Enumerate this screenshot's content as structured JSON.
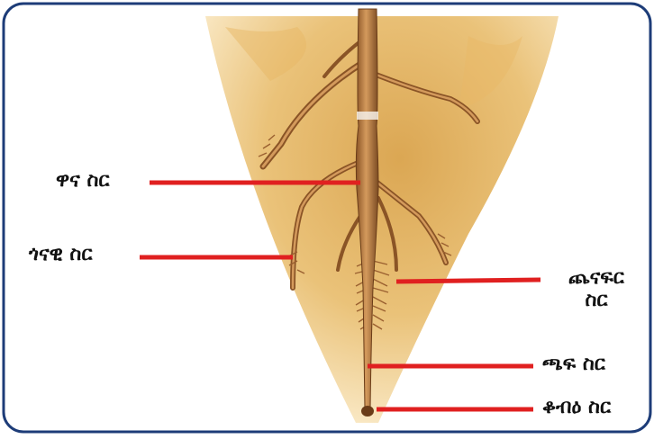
{
  "colors": {
    "border": "#1d3c78",
    "leader_line": "#e02020",
    "soil_light": "#f3d79a",
    "soil_dark": "#c8922f",
    "root": "#b9793a",
    "root_dark": "#7a4a22",
    "text": "#111111"
  },
  "labels": {
    "main_root": "ዋና ስር",
    "lateral_root": "ጎናዊ ስር",
    "root_hair_line1": "ጨናፍር",
    "root_hair_line2": "ስር",
    "root_tip": "ጫፍ ስር",
    "root_cap": "ቆብዕ ስር"
  }
}
